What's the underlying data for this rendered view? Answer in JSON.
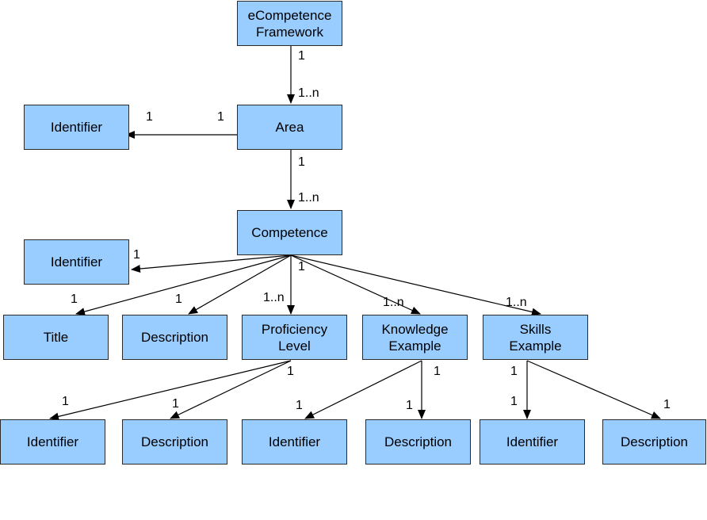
{
  "nodes": {
    "ecf": "eCompetence\nFramework",
    "area": "Area",
    "area_identifier": "Identifier",
    "competence": "Competence",
    "comp_identifier": "Identifier",
    "title": "Title",
    "description": "Description",
    "proficiency": "Proficiency\nLevel",
    "knowledge": "Knowledge\nExample",
    "skills": "Skills\nExample",
    "prof_identifier": "Identifier",
    "prof_description": "Description",
    "know_identifier": "Identifier",
    "know_description": "Description",
    "skill_identifier": "Identifier",
    "skill_description": "Description"
  },
  "multiplicities": {
    "ecf_area_src": "1",
    "ecf_area_dst": "1..n",
    "area_id_src": "1",
    "area_id_dst": "1",
    "area_comp_src": "1",
    "area_comp_dst": "1..n",
    "comp_id": "1",
    "comp_title": "1",
    "comp_desc": "1",
    "comp_src": "1",
    "comp_prof": "1..n",
    "comp_know": "1..n",
    "comp_skills": "1..n",
    "prof_src": "1",
    "prof_id": "1",
    "prof_desc": "1",
    "know_src": "1",
    "know_id": "1",
    "know_desc": "1",
    "skills_src": "1",
    "skills_id": "1",
    "skills_desc": "1"
  },
  "colors": {
    "box_fill": "#99ccff",
    "box_border": "#2a2a2a",
    "line": "#000000"
  }
}
